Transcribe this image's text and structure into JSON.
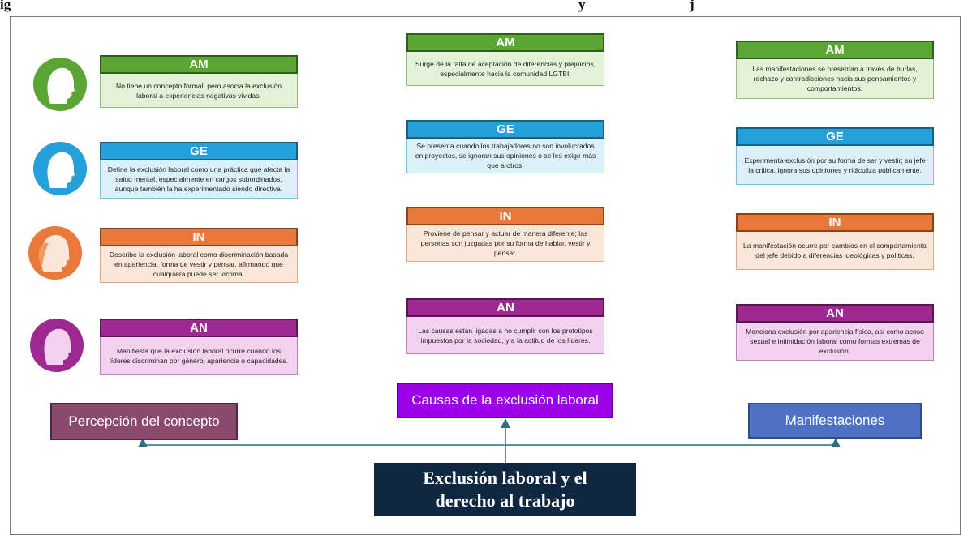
{
  "header_fragment": "ig",
  "header_fragment_mid": "y",
  "header_fragment_right": "j",
  "columns": {
    "left": [
      {
        "code": "AM",
        "text": "No tiene un concepto formal, pero asocia la exclusión laboral a experiencias negativas vividas."
      },
      {
        "code": "GE",
        "text": "Define la exclusión laboral como una práctica que afecta la salud mental, especialmente en cargos subordinados, aunque también la ha experimentado siendo directiva."
      },
      {
        "code": "IN",
        "text": "Describe la exclusión laboral como discriminación basada en apariencia, forma de vestir y pensar, afirmando que cualquiera puede ser víctima."
      },
      {
        "code": "AN",
        "text": "Manifiesta que la exclusión laboral ocurre cuando los líderes discriminan por género, apariencia o capacidades."
      }
    ],
    "middle": [
      {
        "code": "AM",
        "text": "Surge de la falta de aceptación de diferencias y prejuicios, especialmente hacia la comunidad LGTBI."
      },
      {
        "code": "GE",
        "text": "Se presenta cuando los trabajadores no son involucrados en proyectos, se ignoran sus opiniones o se les exige más que a otros."
      },
      {
        "code": "IN",
        "text": "Proviene de pensar y actuar de manera diferente; las personas son juzgadas por su forma de hablar, vestir y pensar."
      },
      {
        "code": "AN",
        "text": "Las causas están ligadas a no cumplir con los prototipos impuestos por la sociedad, y a la actitud de los líderes."
      }
    ],
    "right": [
      {
        "code": "AM",
        "text": "Las manifestaciones se presentan a través de burlas, rechazo y contradicciones hacia sus pensamientos y comportamientos."
      },
      {
        "code": "GE",
        "text": "Experimenta exclusión por su forma de ser y vestir; su jefe la critica, ignora sus opiniones y ridiculiza públicamente."
      },
      {
        "code": "IN",
        "text": "La manifestación ocurre por cambios en el comportamiento del jefe debido a diferencias ideológicas y políticas."
      },
      {
        "code": "AN",
        "text": "Menciona exclusión por apariencia física, así como acoso sexual e intimidación laboral como formas extremas de exclusión."
      }
    ]
  },
  "categories": {
    "left": "Percepción del concepto",
    "middle": "Causas de la exclusión laboral",
    "right": "Manifestaciones"
  },
  "center": {
    "line1": "Exclusión laboral y el",
    "line2": "derecho al trabajo"
  },
  "colors": {
    "AM": "#5aa534",
    "GE": "#25a0db",
    "IN": "#e8793a",
    "AN": "#9e2a91",
    "line": "#2f6e7e"
  },
  "avatars": [
    "woman-profile-icon-green",
    "woman-profile-icon-blue",
    "woman-profile-icon-orange",
    "woman-profile-icon-purple"
  ]
}
